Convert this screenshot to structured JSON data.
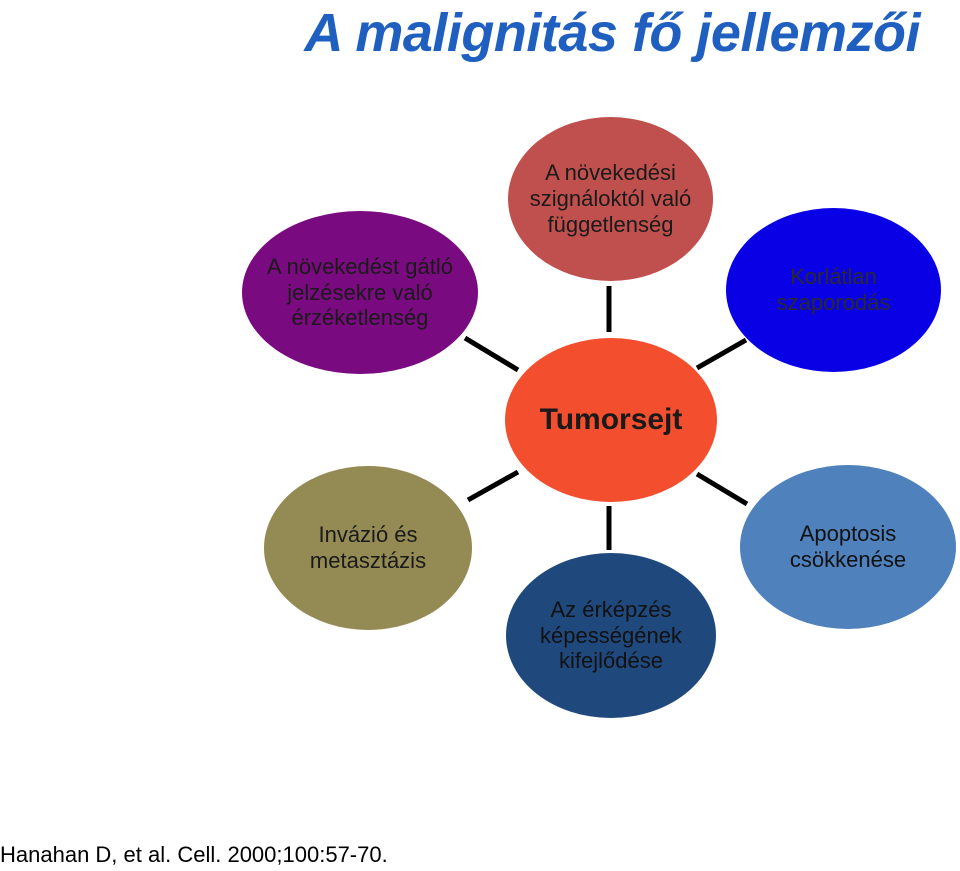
{
  "title": "A malignitás fő jellemzői",
  "center": {
    "label": "Tumorsejt",
    "color": "#f34e2e"
  },
  "nodes": {
    "top": {
      "label": "A növekedési\nszignáloktól való\nfüggetlenség",
      "color": "#c0504d"
    },
    "top_left": {
      "label": "A növekedést gátló\njelzésekre való\nérzéketlenség",
      "color": "#7a0a80"
    },
    "top_right": {
      "label": "Korlátlan\nszaporodás",
      "color": "#0a00e6"
    },
    "bottom_left": {
      "label": "Invázió és\nmetasztázis",
      "color": "#948a54"
    },
    "bottom_center": {
      "label": "Az érképzés\nképességének\nkifejlődése",
      "color": "#1f497d"
    },
    "bottom_right": {
      "label": "Apoptosis\ncsökkenése",
      "color": "#4f81bd"
    }
  },
  "citation": "Hanahan D, et al. Cell. 2000;100:57-70.",
  "colors": {
    "title": "#1f5fbf",
    "connector": "#000000"
  }
}
